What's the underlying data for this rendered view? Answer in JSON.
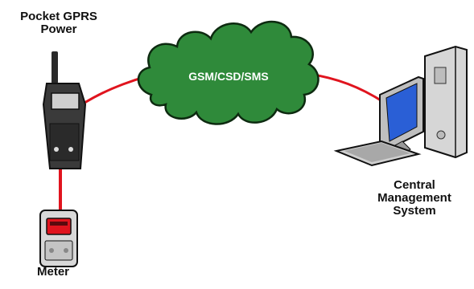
{
  "labels": {
    "device_line1": "Pocket GPRS",
    "device_line2": "Power",
    "network": "GSM/CSD/SMS",
    "cms_line1": "Central",
    "cms_line2": "Management",
    "cms_line3": "System",
    "meter": "Meter"
  },
  "colors": {
    "link": "#e0141e",
    "cloud_fill": "#2f8a3a",
    "cloud_stroke": "#0d2a10",
    "device_body": "#3a3a3a",
    "device_screen": "#cfcfcf",
    "meter_body": "#d8d8d8",
    "meter_display": "#e0141e",
    "computer_body": "#cfcfcf",
    "computer_screen": "#2a5fd6"
  }
}
